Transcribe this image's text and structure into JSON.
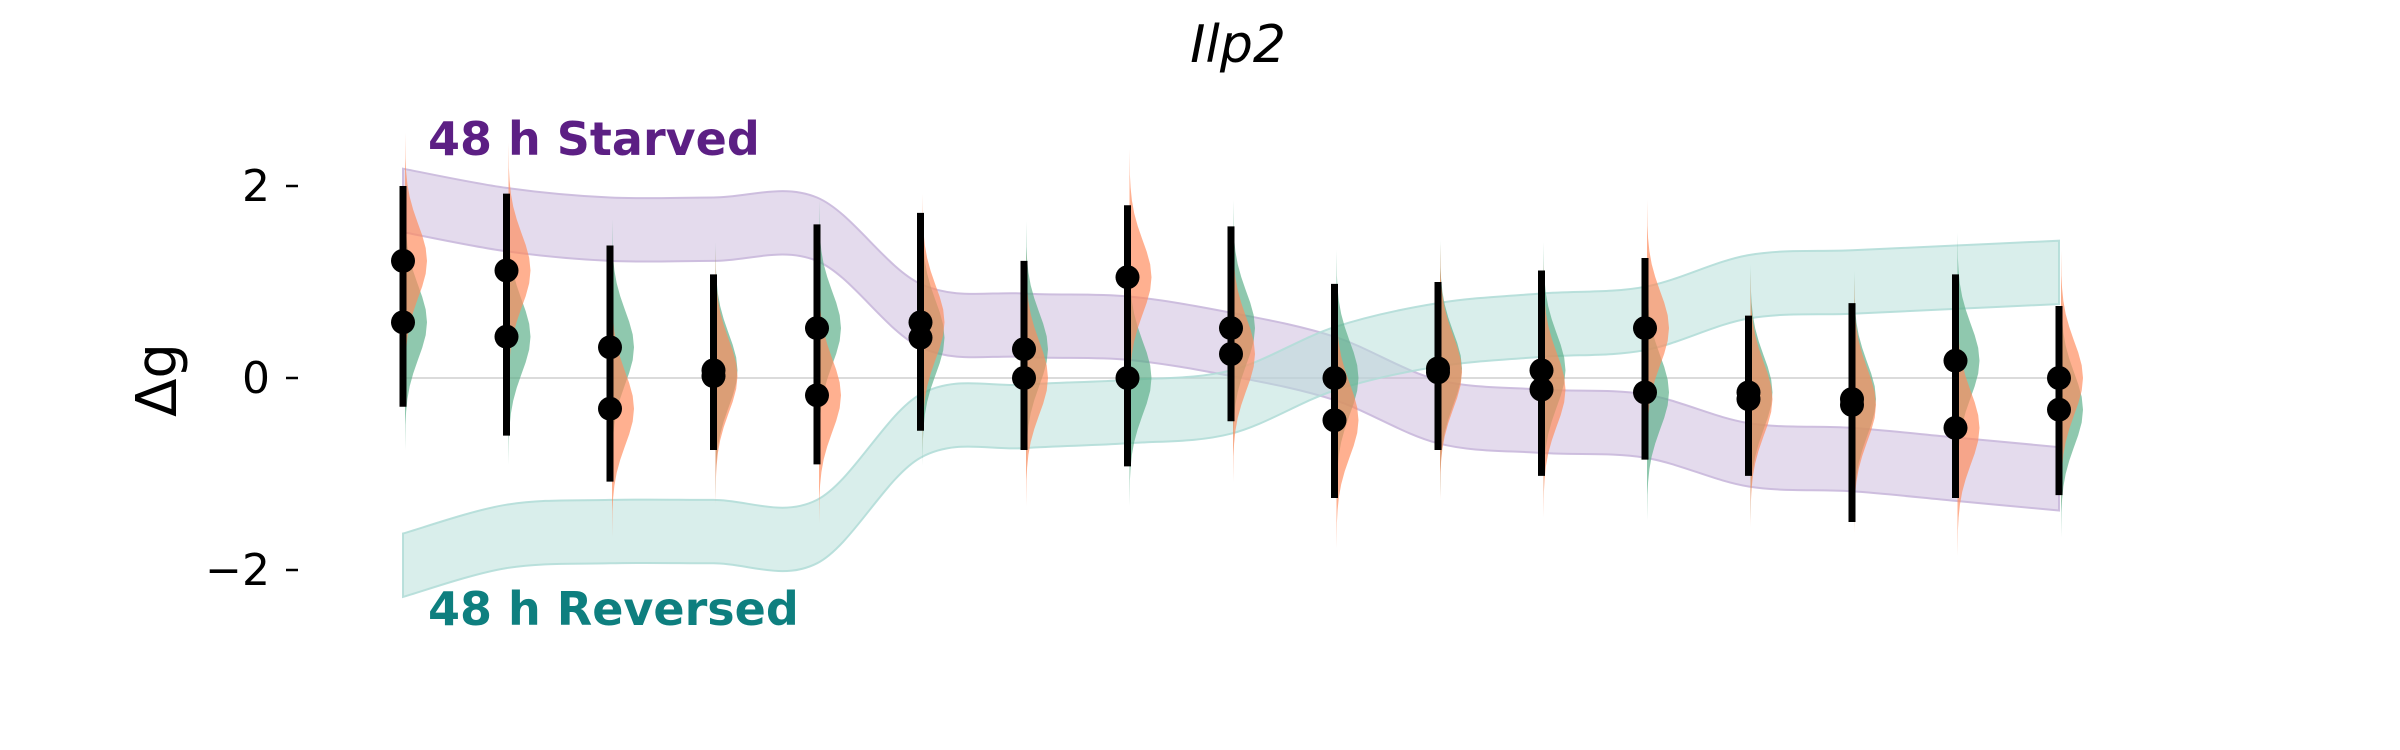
{
  "chart_data": {
    "type": "violin",
    "title": "Ilp2",
    "xlabel": "",
    "ylabel": "Δg",
    "ylim": [
      -3.0,
      2.6
    ],
    "yticks": [
      {
        "value": 2,
        "label": "2"
      },
      {
        "value": 0,
        "label": "0"
      },
      {
        "value": -2,
        "label": "−2"
      }
    ],
    "x_tick_labels": false,
    "reference_line": 0,
    "colors": {
      "starved": "#5c1f84",
      "reversed": "#0e7f7f",
      "starved_band": "#c9b8dc",
      "reversed_band": "#b3ddd8",
      "violin_orange": "#ff8a5c",
      "violin_green": "#5aae88",
      "marker": "#000000"
    },
    "annotations": [
      {
        "text": "48 h Starved",
        "color": "#5c1f84",
        "anchor": "upper-left"
      },
      {
        "text": "48 h Reversed",
        "color": "#0e7f7f",
        "anchor": "lower-left"
      }
    ],
    "bands": [
      {
        "name": "48 h Starved",
        "center": [
          1.85,
          1.65,
          1.55,
          1.55,
          1.55,
          0.65,
          0.55,
          0.52,
          0.35,
          0.1,
          -0.35,
          -0.45,
          -0.5,
          -0.8,
          -0.85,
          -0.95,
          -1.05
        ],
        "halfwidth": 0.33
      },
      {
        "name": "48 h Reversed",
        "center": [
          -1.95,
          -1.65,
          -1.6,
          -1.6,
          -1.6,
          -0.5,
          -0.4,
          -0.35,
          -0.25,
          0.2,
          0.45,
          0.55,
          0.62,
          0.95,
          1.0,
          1.05,
          1.1
        ],
        "halfwidth": 0.33
      }
    ],
    "groups": [
      {
        "index": 1,
        "points": [
          1.22,
          0.58
        ],
        "whisker": [
          -0.3,
          2.0
        ],
        "orange_mean": 1.22,
        "green_mean": 0.58
      },
      {
        "index": 2,
        "points": [
          1.12,
          0.43
        ],
        "whisker": [
          -0.6,
          1.92
        ],
        "orange_mean": 1.12,
        "green_mean": 0.43
      },
      {
        "index": 3,
        "points": [
          0.32,
          -0.32
        ],
        "whisker": [
          -1.08,
          1.38
        ],
        "orange_mean": -0.32,
        "green_mean": 0.32
      },
      {
        "index": 4,
        "points": [
          0.08,
          0.02
        ],
        "whisker": [
          -0.75,
          1.08
        ],
        "orange_mean": 0.02,
        "green_mean": 0.08
      },
      {
        "index": 5,
        "points": [
          0.52,
          -0.18
        ],
        "whisker": [
          -0.9,
          1.6
        ],
        "orange_mean": -0.18,
        "green_mean": 0.52
      },
      {
        "index": 6,
        "points": [
          0.58,
          0.42
        ],
        "whisker": [
          -0.55,
          1.72
        ],
        "orange_mean": 0.58,
        "green_mean": 0.42
      },
      {
        "index": 7,
        "points": [
          0.3,
          0.0
        ],
        "whisker": [
          -0.75,
          1.22
        ],
        "orange_mean": 0.0,
        "green_mean": 0.3
      },
      {
        "index": 8,
        "points": [
          1.05,
          0.0
        ],
        "whisker": [
          -0.92,
          1.8
        ],
        "orange_mean": 1.05,
        "green_mean": 0.0
      },
      {
        "index": 9,
        "points": [
          0.52,
          0.25
        ],
        "whisker": [
          -0.45,
          1.58
        ],
        "orange_mean": 0.25,
        "green_mean": 0.52
      },
      {
        "index": 10,
        "points": [
          0.0,
          -0.44
        ],
        "whisker": [
          -1.25,
          0.98
        ],
        "orange_mean": -0.44,
        "green_mean": 0.0
      },
      {
        "index": 11,
        "points": [
          0.1,
          0.06
        ],
        "whisker": [
          -0.75,
          1.0
        ],
        "orange_mean": 0.06,
        "green_mean": 0.1
      },
      {
        "index": 12,
        "points": [
          0.08,
          -0.12
        ],
        "whisker": [
          -1.02,
          1.12
        ],
        "orange_mean": -0.12,
        "green_mean": 0.08
      },
      {
        "index": 13,
        "points": [
          0.52,
          -0.15
        ],
        "whisker": [
          -0.85,
          1.25
        ],
        "orange_mean": 0.52,
        "green_mean": -0.15
      },
      {
        "index": 14,
        "points": [
          -0.15,
          -0.22
        ],
        "whisker": [
          -1.02,
          0.65
        ],
        "orange_mean": -0.22,
        "green_mean": -0.15
      },
      {
        "index": 15,
        "points": [
          -0.22,
          -0.28
        ],
        "whisker": [
          -1.5,
          0.78
        ],
        "orange_mean": -0.28,
        "green_mean": -0.22
      },
      {
        "index": 16,
        "points": [
          0.18,
          -0.52
        ],
        "whisker": [
          -1.25,
          1.08
        ],
        "orange_mean": -0.52,
        "green_mean": 0.18
      },
      {
        "index": 17,
        "points": [
          0.0,
          -0.33
        ],
        "whisker": [
          -1.22,
          0.75
        ],
        "orange_mean": 0.0,
        "green_mean": -0.33
      }
    ],
    "grid": false,
    "legend": "none"
  }
}
